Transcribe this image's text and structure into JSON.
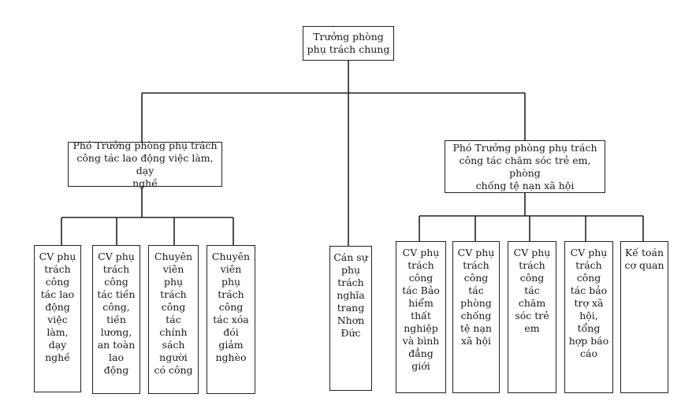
{
  "chart": {
    "root": {
      "label": "Trưởng phòng\nphụ trách chung"
    },
    "deputies": [
      {
        "label": "Phó Trưởng phòng phụ trách\ncông tác lao động việc làm, dạy\nnghề"
      },
      {
        "label": "Phó Trưởng phòng phụ trách\ncông tác chăm sóc trẻ em, phòng\nchống tệ nạn xã hội"
      }
    ],
    "direct_staff": {
      "label": "Cán sự\nphụ\ntrách\nnghĩa\ntrang\nNhơn\nĐức"
    },
    "left_units": [
      {
        "label": "CV phụ\ntrách\ncông\ntác lao\nđộng\nviệc\nlàm,\ndạy\nnghề"
      },
      {
        "label": "CV phụ\ntrách\ncông\ntác tiền\ncông,\ntiền\nlương,\nan toàn\nlao\nđộng"
      },
      {
        "label": "Chuyên\nviên\nphụ\ntrách\ncông\ntác\nchính\nsách\nngười\ncó công"
      },
      {
        "label": "Chuyên\nviên\nphụ\ntrách\ncông\ntác xóa\nđói\ngiảm\nnghèo"
      }
    ],
    "right_units": [
      {
        "label": "CV phụ\ntrách\ncông\ntác Bảo\nhiểm\nthất\nnghiệp\nvà bình\nđẳng\ngiới"
      },
      {
        "label": "CV phụ\ntrách\ncông\ntác\nphòng\nchống\ntệ nạn\nxã hội"
      },
      {
        "label": "CV phụ\ntrách\ncông\ntác\nchăm\nsóc trẻ\nem"
      },
      {
        "label": "CV phụ\ntrách\ncông\ntác bảo\ntrợ xã\nhội,\ntổng\nhợp báo\ncáo"
      },
      {
        "label": "Kế toán\ncơ quan"
      }
    ]
  }
}
